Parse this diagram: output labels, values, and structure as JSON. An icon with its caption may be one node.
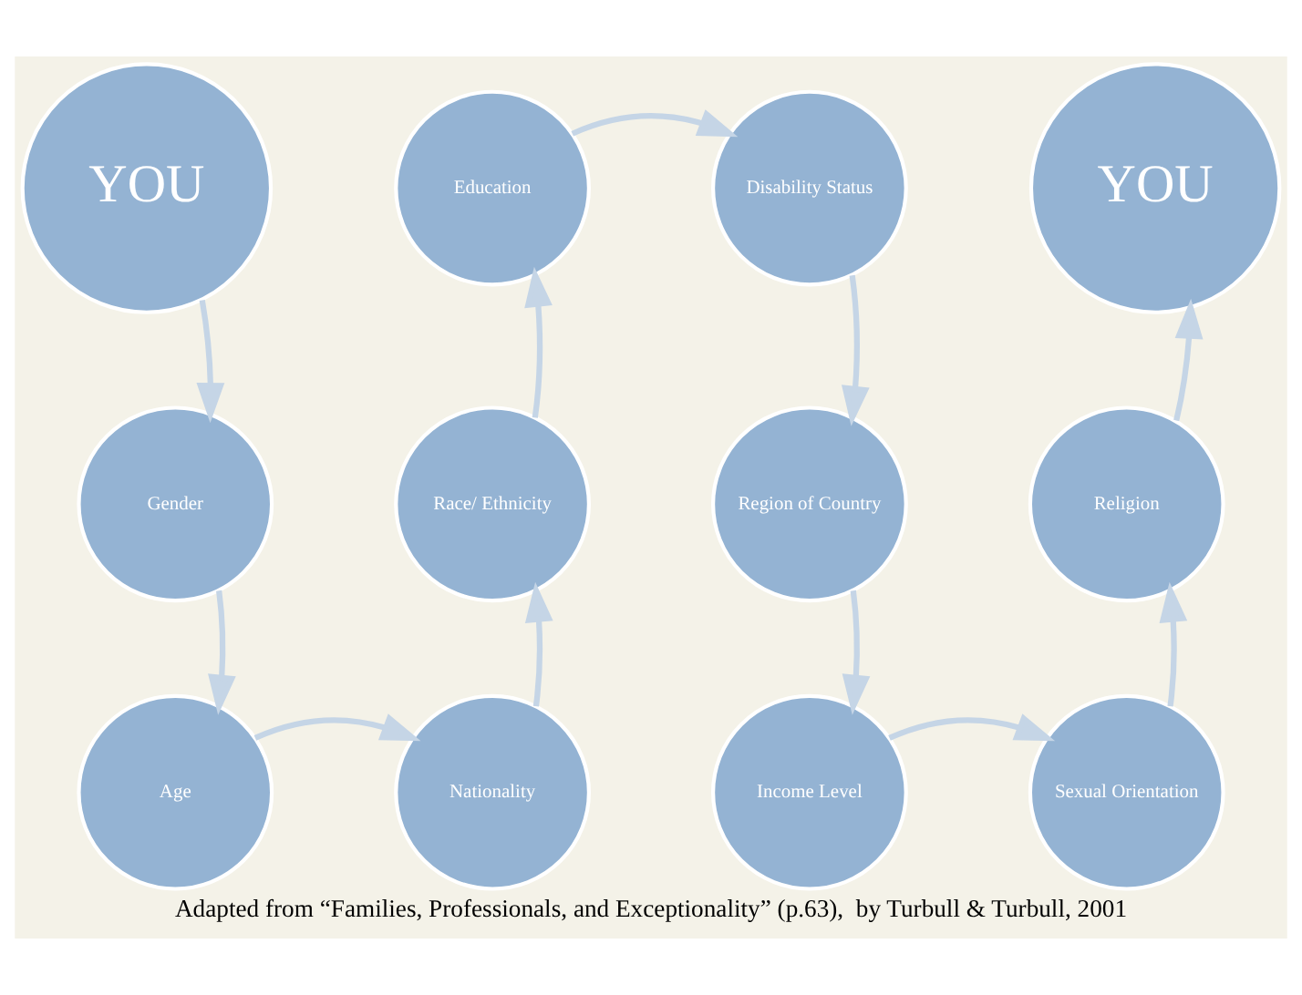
{
  "diagram": {
    "caption": "Adapted from “Families, Professionals, and Exceptionality” (p.63),  by Turbull & Turbull, 2001",
    "nodes": [
      {
        "text": [
          "YOU"
        ]
      },
      {
        "text": [
          "Education"
        ]
      },
      {
        "text": [
          "Disability Status"
        ]
      },
      {
        "text": [
          "YOU"
        ]
      },
      {
        "text": [
          "Gender"
        ]
      },
      {
        "text": [
          "Race/ Ethnicity"
        ]
      },
      {
        "text": [
          "Region of Country"
        ]
      },
      {
        "text": [
          "Religion"
        ]
      },
      {
        "text": [
          "Age"
        ]
      },
      {
        "text": [
          "Nationality"
        ]
      },
      {
        "text": [
          "Income Level"
        ]
      },
      {
        "text": [
          "Sexual Orientation"
        ]
      }
    ],
    "edges": [
      {
        "from": 0,
        "to": 4,
        "arrow": "to"
      },
      {
        "from": 4,
        "to": 8,
        "arrow": "to"
      },
      {
        "from": 8,
        "to": 9,
        "arrow": "to"
      },
      {
        "from": 9,
        "to": 5,
        "arrow": "to"
      },
      {
        "from": 5,
        "to": 1,
        "arrow": "to"
      },
      {
        "from": 1,
        "to": 2,
        "arrow": "to"
      },
      {
        "from": 2,
        "to": 6,
        "arrow": "to"
      },
      {
        "from": 6,
        "to": 10,
        "arrow": "to"
      },
      {
        "from": 10,
        "to": 11,
        "arrow": "to"
      },
      {
        "from": 11,
        "to": 7,
        "arrow": "to"
      },
      {
        "from": 7,
        "to": 3,
        "arrow": "to"
      }
    ]
  }
}
